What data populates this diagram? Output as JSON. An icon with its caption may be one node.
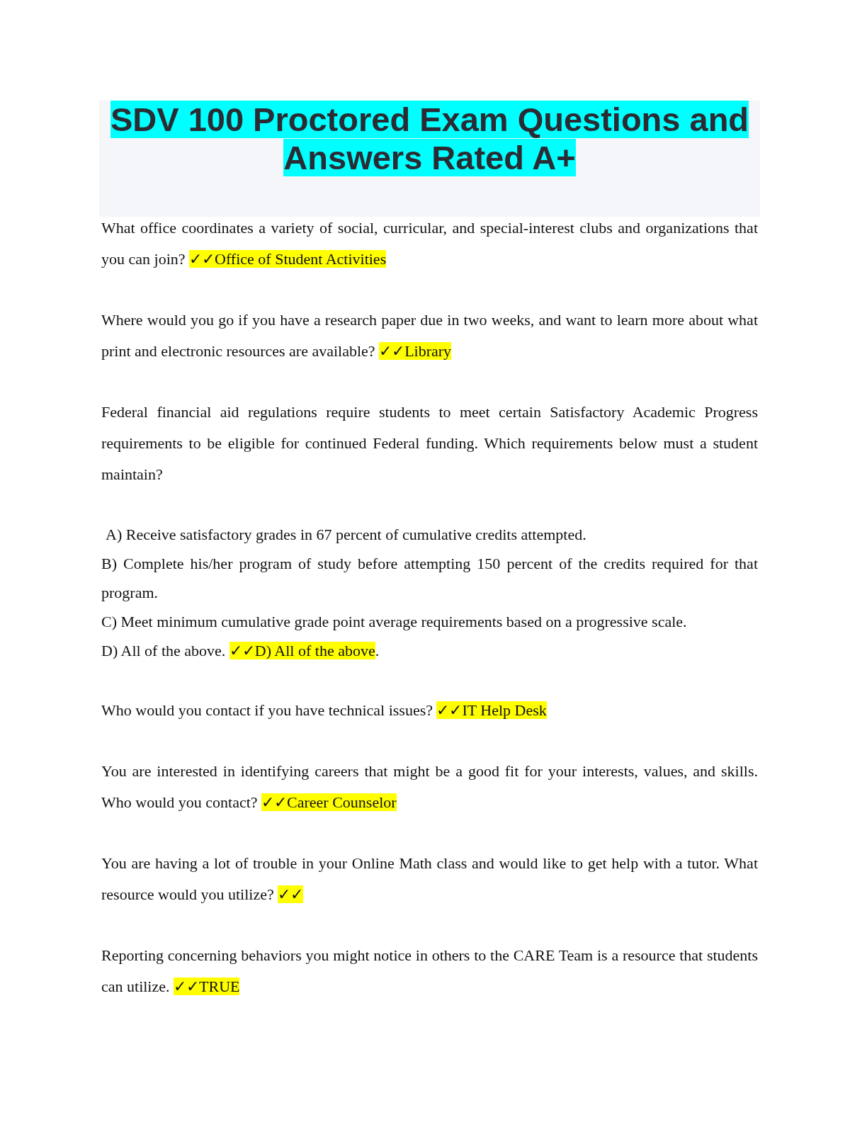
{
  "diagram": {
    "title": "SDV 100 Proctored Exam Questions and Answers Rated A+",
    "labels": [
      "What office coordinates a variety of social, curricular, and special-interest clubs and organizations that you can join?",
      "✓✓Office of Student Activities",
      "Where would you go if you have a research paper due in two weeks, and want to learn more about what print and electronic resources are available?",
      "✓✓Library",
      "Federal financial aid regulations require students to meet certain Satisfactory Academic Progress requirements to be eligible for continued Federal funding. Which requirements below must a student maintain?",
      "A) Receive satisfactory grades in 67 percent of cumulative credits attempted.",
      "B) Complete his/her program of study before attempting 150 percent of the credits required for that program.",
      "C) Meet minimum cumulative grade point average requirements based on a progressive scale.",
      "D) All of the above.",
      "✓✓D) All of the above",
      ".",
      "Who would you contact if you have technical issues?",
      "✓✓IT Help Desk",
      "You are interested in identifying careers that might be a good fit for your interests, values, and skills. Who would you contact?",
      "✓✓Career Counselor",
      "You are having a lot of trouble in your Online Math class and would like to get help with a tutor. What resource would you utilize?",
      "✓✓",
      "Reporting concerning behaviors you might notice in others to the CARE Team is a resource that students can utilize.",
      "✓✓TRUE"
    ]
  }
}
